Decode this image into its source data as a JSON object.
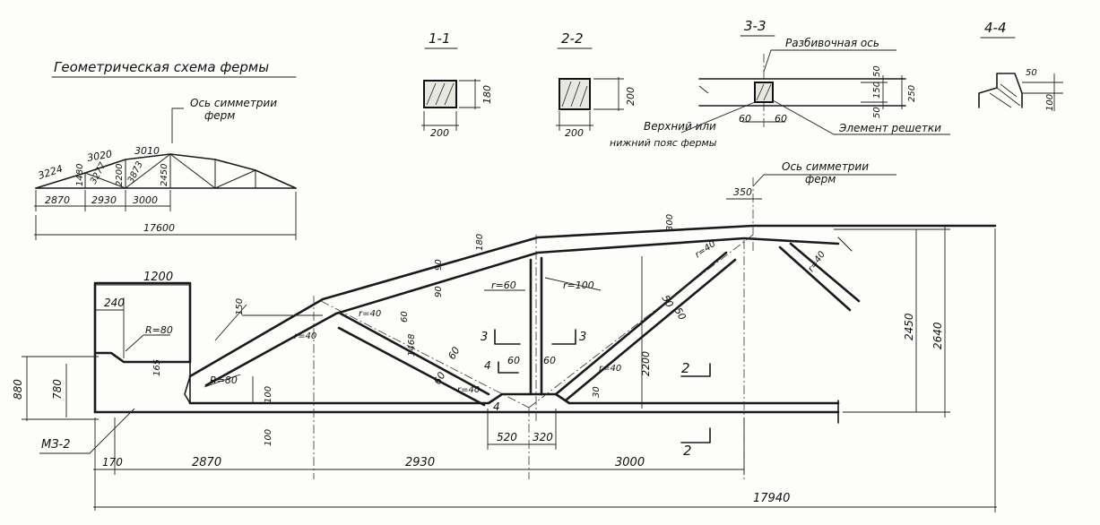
{
  "geometry_scheme": {
    "title": "Геометрическая схема фермы",
    "symmetry_axis": [
      "Ось симметрии",
      "ферм"
    ],
    "panel_top_1": "3224",
    "panel_top_2": "3020",
    "panel_top_3": "3010",
    "height_1": "1480",
    "diagonal_1": "3277",
    "height_2": "2200",
    "diagonal_2": "3873",
    "height_3": "2450",
    "panel_bottom_1": "2870",
    "panel_bottom_2": "2930",
    "panel_bottom_3": "3000",
    "span": "17600"
  },
  "section_1_1": {
    "title": "1-1",
    "width": "200",
    "height": "180"
  },
  "section_2_2": {
    "title": "2-2",
    "width": "200",
    "height": "200"
  },
  "section_3_3": {
    "title": "3-3",
    "label_axis": "Разбивочная ось",
    "label_chord": [
      "Верхний или",
      "нижний пояс фермы"
    ],
    "label_element": "Элемент решетки",
    "dim_left": "60",
    "dim_right": "60",
    "dim_top": "50",
    "dim_mid": "150",
    "dim_bottom": "50",
    "dim_total": "250"
  },
  "section_4_4": {
    "title": "4-4",
    "dim_1": "50",
    "dim_2": "100"
  },
  "main": {
    "symmetry_axis": [
      "Ось симметрии",
      "ферм"
    ],
    "dim_350": "350",
    "dim_300": "300",
    "dim_180": "180",
    "dim_90a": "90",
    "dim_90b": "90",
    "r60": "r=60",
    "r100": "r=100",
    "r40a": "r=40",
    "r40b": "r=40",
    "r40c": "r=40",
    "r40d": "r=40",
    "r40e": "r=40",
    "r40f": "r=40",
    "dim_150": "150",
    "dim_1200": "1200",
    "dim_240": "240",
    "R80a": "R=80",
    "R80b": "R=80",
    "dim_165": "165",
    "dim_880": "880",
    "dim_780": "780",
    "dim_100a": "100",
    "dim_100b": "100",
    "dim_1468": "1468",
    "dim_60a": "60",
    "dim_60b": "60",
    "dim_60c": "60",
    "dim_60d": "60",
    "dim_50": "50",
    "dim_50b": "50",
    "dim_2200": "2200",
    "dim_2450": "2450",
    "dim_2640": "2640",
    "dim_30": "30",
    "cut_3": "3",
    "cut_3b": "3",
    "cut_4": "4",
    "cut_4b": "4",
    "cut_2": "2",
    "cut_2b": "2",
    "mark": "МЗ-2",
    "dim_170": "170",
    "dim_2870": "2870",
    "dim_2930": "2930",
    "dim_3000": "3000",
    "dim_520": "520",
    "dim_320": "320",
    "dim_17940": "17940"
  }
}
